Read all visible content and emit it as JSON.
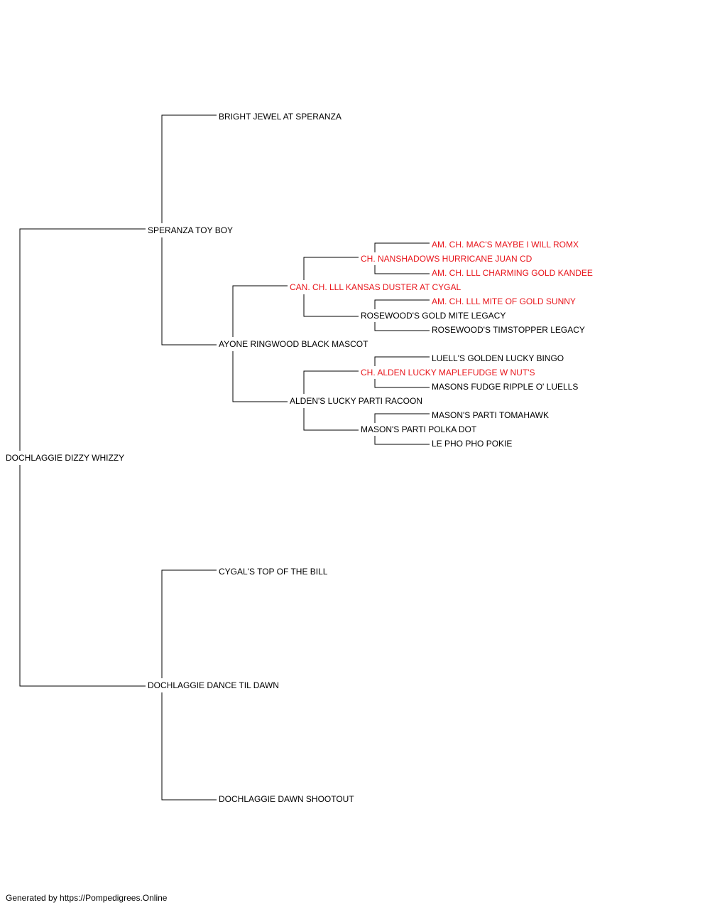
{
  "colors": {
    "text": "#000000",
    "champion": "#e8151b",
    "line": "#000000"
  },
  "pedigree": {
    "subject": {
      "name": "DOCHLAGGIE DIZZY WHIZZY",
      "champion": false
    },
    "sire": {
      "name": "SPERANZA TOY BOY",
      "champion": false
    },
    "dam": {
      "name": "DOCHLAGGIE DANCE TIL DAWN",
      "champion": false
    },
    "sire_sire": {
      "name": "BRIGHT JEWEL AT SPERANZA",
      "champion": false
    },
    "sire_dam": {
      "name": "AYONE RINGWOOD BLACK MASCOT",
      "champion": false
    },
    "dam_sire": {
      "name": "CYGAL'S TOP OF THE BILL",
      "champion": false
    },
    "dam_dam": {
      "name": "DOCHLAGGIE DAWN SHOOTOUT",
      "champion": false
    },
    "sd_sire": {
      "name": "CAN. CH. LLL KANSAS DUSTER AT CYGAL",
      "champion": true
    },
    "sd_dam": {
      "name": "ALDEN'S LUCKY PARTI RACOON",
      "champion": false
    },
    "sds_sire": {
      "name": "CH. NANSHADOWS HURRICANE JUAN CD",
      "champion": true
    },
    "sds_dam": {
      "name": "ROSEWOOD'S GOLD MITE LEGACY",
      "champion": false
    },
    "sdd_sire": {
      "name": "CH. ALDEN LUCKY MAPLEFUDGE W NUT'S",
      "champion": true
    },
    "sdd_dam": {
      "name": "MASON'S PARTI POLKA DOT",
      "champion": false
    },
    "sdss_sire": {
      "name": "AM. CH. MAC'S MAYBE I WILL ROMX",
      "champion": true
    },
    "sdss_dam": {
      "name": "AM. CH. LLL CHARMING GOLD KANDEE",
      "champion": true
    },
    "sdsd_sire": {
      "name": "AM. CH. LLL MITE OF GOLD SUNNY",
      "champion": true
    },
    "sdsd_dam": {
      "name": "ROSEWOOD'S TIMSTOPPER LEGACY",
      "champion": false
    },
    "sdds_sire": {
      "name": "LUELL'S GOLDEN LUCKY BINGO",
      "champion": false
    },
    "sdds_dam": {
      "name": "MASONS FUDGE RIPPLE O' LUELLS",
      "champion": false
    },
    "sddd_sire": {
      "name": "MASON'S PARTI TOMAHAWK",
      "champion": false
    },
    "sddd_dam": {
      "name": "LE PHO PHO POKIE",
      "champion": false
    }
  },
  "footer": "Generated by https://Pompedigrees.Online"
}
